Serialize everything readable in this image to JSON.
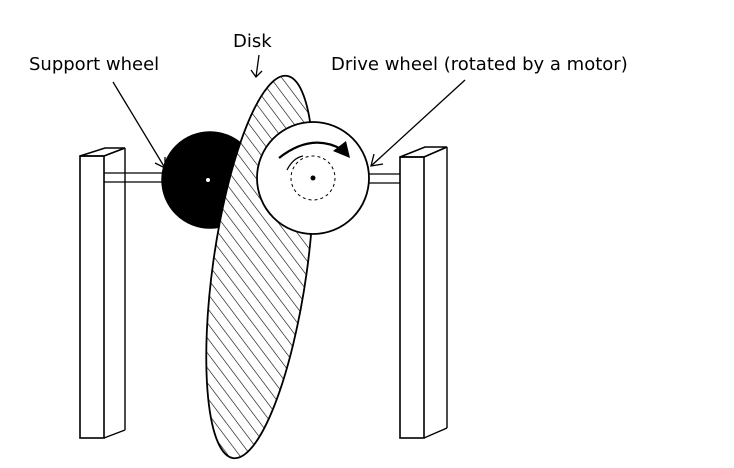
{
  "labels": {
    "support_wheel": "Support wheel",
    "disk": "Disk",
    "drive_wheel": "Drive wheel (rotated by a motor)"
  },
  "icons": {
    "rotation_arrow": "clockwise-arrow-icon"
  },
  "colors": {
    "line": "#000000",
    "background": "#ffffff",
    "support_wheel_fill": "#000000",
    "drive_wheel_fill": "#ffffff"
  }
}
